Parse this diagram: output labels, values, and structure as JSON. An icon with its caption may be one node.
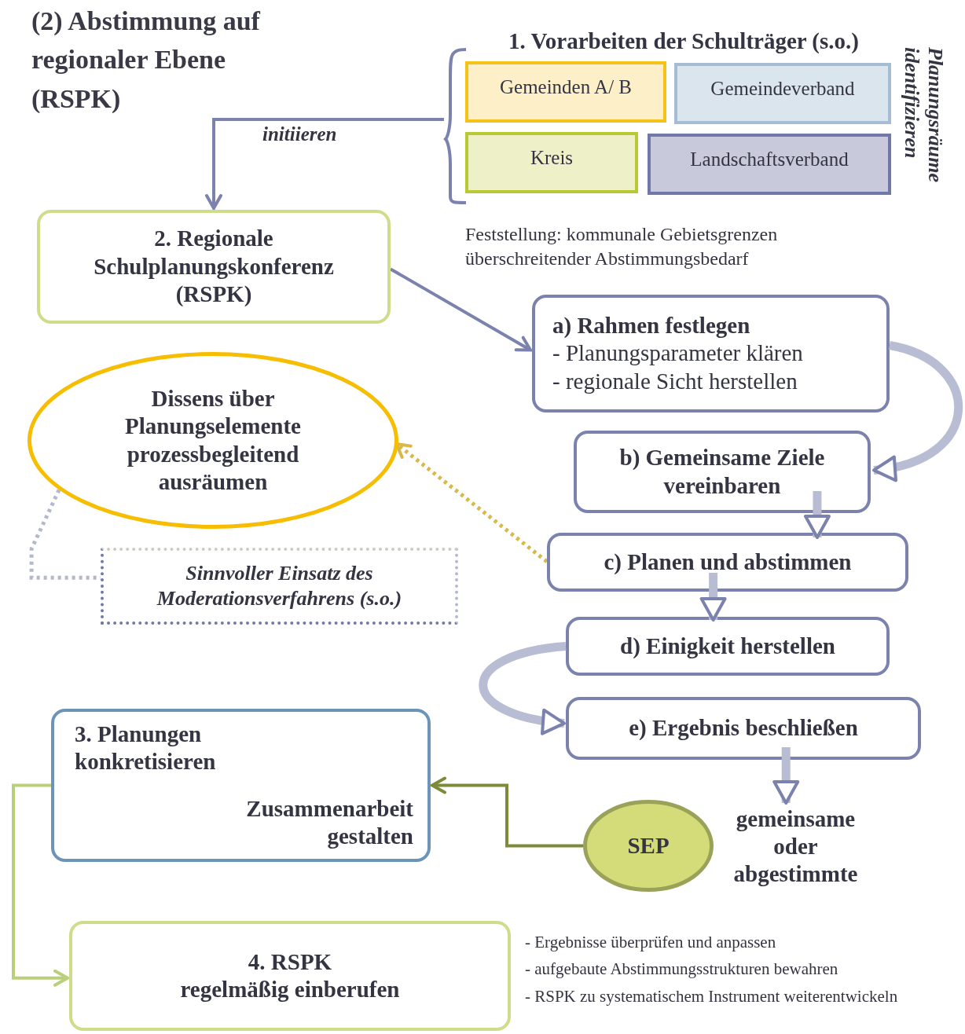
{
  "diagram": {
    "title": "(2) Abstimmung auf regionaler Ebene (RSPK)",
    "nodes": [
      {
        "text": [
          "1. Vorarbeiten der Schulträger (s.o.)"
        ],
        "beside": [
          "Planungsräume identifizieren"
        ]
      },
      {
        "text": [
          "Gemeinden A/ B"
        ],
        "in": 0
      },
      {
        "text": [
          "Gemeindeverband"
        ],
        "in": 0
      },
      {
        "text": [
          "Kreis"
        ],
        "in": 0
      },
      {
        "text": [
          "Landschaftsverband"
        ],
        "in": 0
      },
      {
        "text": [
          "2. Regionale Schulplanungskonferenz (RSPK)"
        ]
      },
      {
        "text": [
          "a) Rahmen festlegen",
          "- Planungsparameter klären",
          "- regionale Sicht herstellen"
        ]
      },
      {
        "text": [
          "Dissens über Planungselemente prozessbegleitend ausräumen"
        ]
      },
      {
        "text": [
          "b) Gemeinsame Ziele vereinbaren"
        ]
      },
      {
        "text": [
          "Sinnvoller Einsatz des Moderationsverfahrens (s.o.)"
        ]
      },
      {
        "text": [
          "c) Planen und abstimmen"
        ]
      },
      {
        "text": [
          "d) Einigkeit herstellen"
        ]
      },
      {
        "text": [
          "e) Ergebnis beschließen"
        ]
      },
      {
        "text": [
          "3. Planungen konkretisieren",
          "Zusammenarbeit gestalten"
        ]
      },
      {
        "text": [
          "SEP"
        ],
        "beside": [
          "gemeinsame oder abgestimmte"
        ]
      },
      {
        "text": [
          "4. RSPK",
          "regelmäßig einberufen"
        ],
        "beside": [
          "- Ergebnisse überprüfen und anpassen",
          "- aufgebaute Abstimmungsstrukturen bewahren",
          "- RSPK zu systematischem Instrument weiterentwickeln"
        ]
      }
    ],
    "edges": [
      {
        "from": 0,
        "to": 5,
        "arrow": "to",
        "label": "initiieren"
      },
      {
        "from": 5,
        "to": 6,
        "arrow": "to"
      },
      {
        "from": 6,
        "to": 8,
        "arrow": "to",
        "style": "thick"
      },
      {
        "from": 8,
        "to": 10,
        "arrow": "to",
        "style": "thick"
      },
      {
        "from": 10,
        "to": 11,
        "arrow": "to",
        "style": "thick"
      },
      {
        "from": 11,
        "to": 12,
        "arrow": "to",
        "style": "thick"
      },
      {
        "from": 12,
        "to": 14,
        "arrow": "to",
        "style": "thick"
      },
      {
        "from": 10,
        "to": 7,
        "arrow": "to",
        "style": "dashed",
        "color": "#d9b84a"
      },
      {
        "from": 7,
        "to": 9,
        "arrow": "none",
        "style": "dashed",
        "color": "#b4b8cc"
      },
      {
        "from": 14,
        "to": 13,
        "arrow": "to",
        "color": "#7d8a3a"
      },
      {
        "from": 13,
        "to": 15,
        "arrow": "to",
        "color": "#b9cf7a"
      }
    ],
    "labels": [
      "Feststellung: kommunale Gebietsgrenzen überschreitender Abstimmungsbedarf"
    ]
  }
}
